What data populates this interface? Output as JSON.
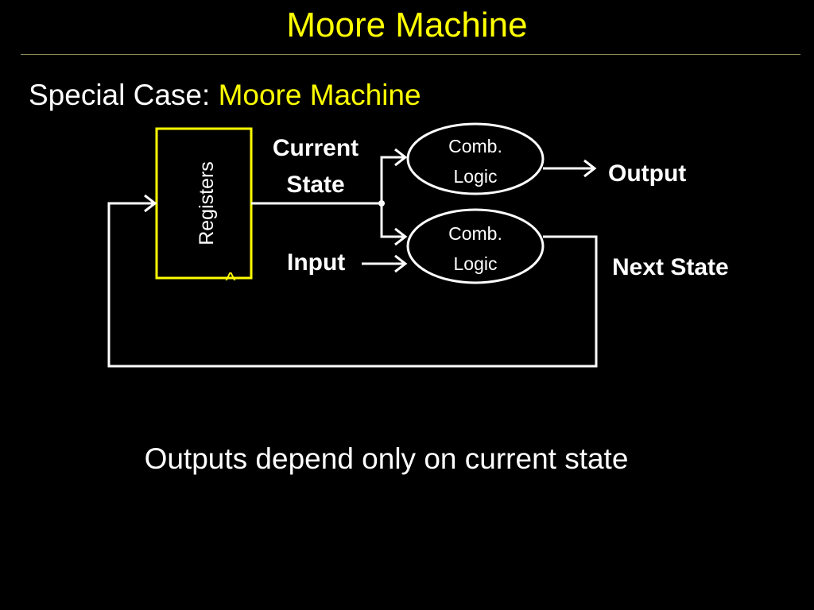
{
  "slide": {
    "title": "Moore Machine",
    "heading_prefix": "Special Case: ",
    "heading_highlight": "Moore Machine",
    "caption": "Outputs depend only on current state"
  },
  "diagram": {
    "register_label": "Registers",
    "current_state_line1": "Current",
    "current_state_line2": "State",
    "comb_top_line1": "Comb.",
    "comb_top_line2": "Logic",
    "comb_bottom_line1": "Comb.",
    "comb_bottom_line2": "Logic",
    "output_label": "Output",
    "input_label": "Input",
    "next_state_label": "Next State",
    "clock_marker": "^"
  },
  "colors": {
    "background": "#000000",
    "accent": "#ffff00",
    "foreground": "#ffffff",
    "rule": "#8c8c5c"
  }
}
